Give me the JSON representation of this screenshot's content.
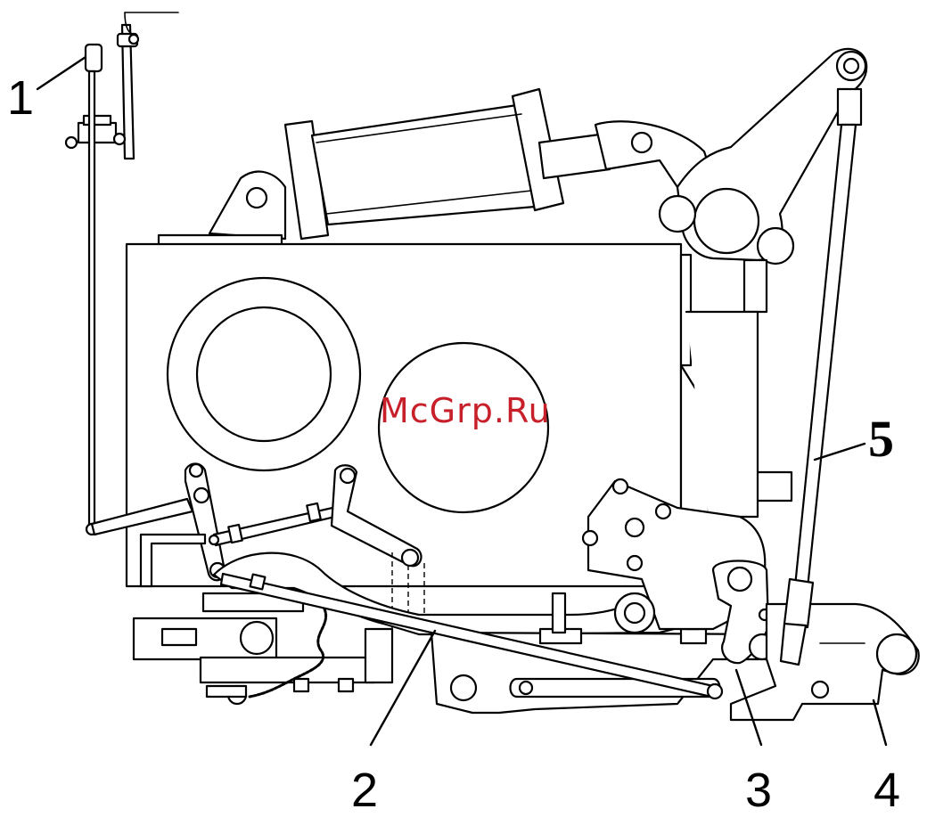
{
  "watermark": {
    "text": "McGrp.Ru",
    "color": "#c8202a"
  },
  "callouts": [
    {
      "id": "1",
      "label": "1"
    },
    {
      "id": "2",
      "label": "2"
    },
    {
      "id": "3",
      "label": "3"
    },
    {
      "id": "4",
      "label": "4"
    },
    {
      "id": "5",
      "label": "5"
    }
  ],
  "colors": {
    "line": "#000000",
    "background": "#ffffff"
  }
}
